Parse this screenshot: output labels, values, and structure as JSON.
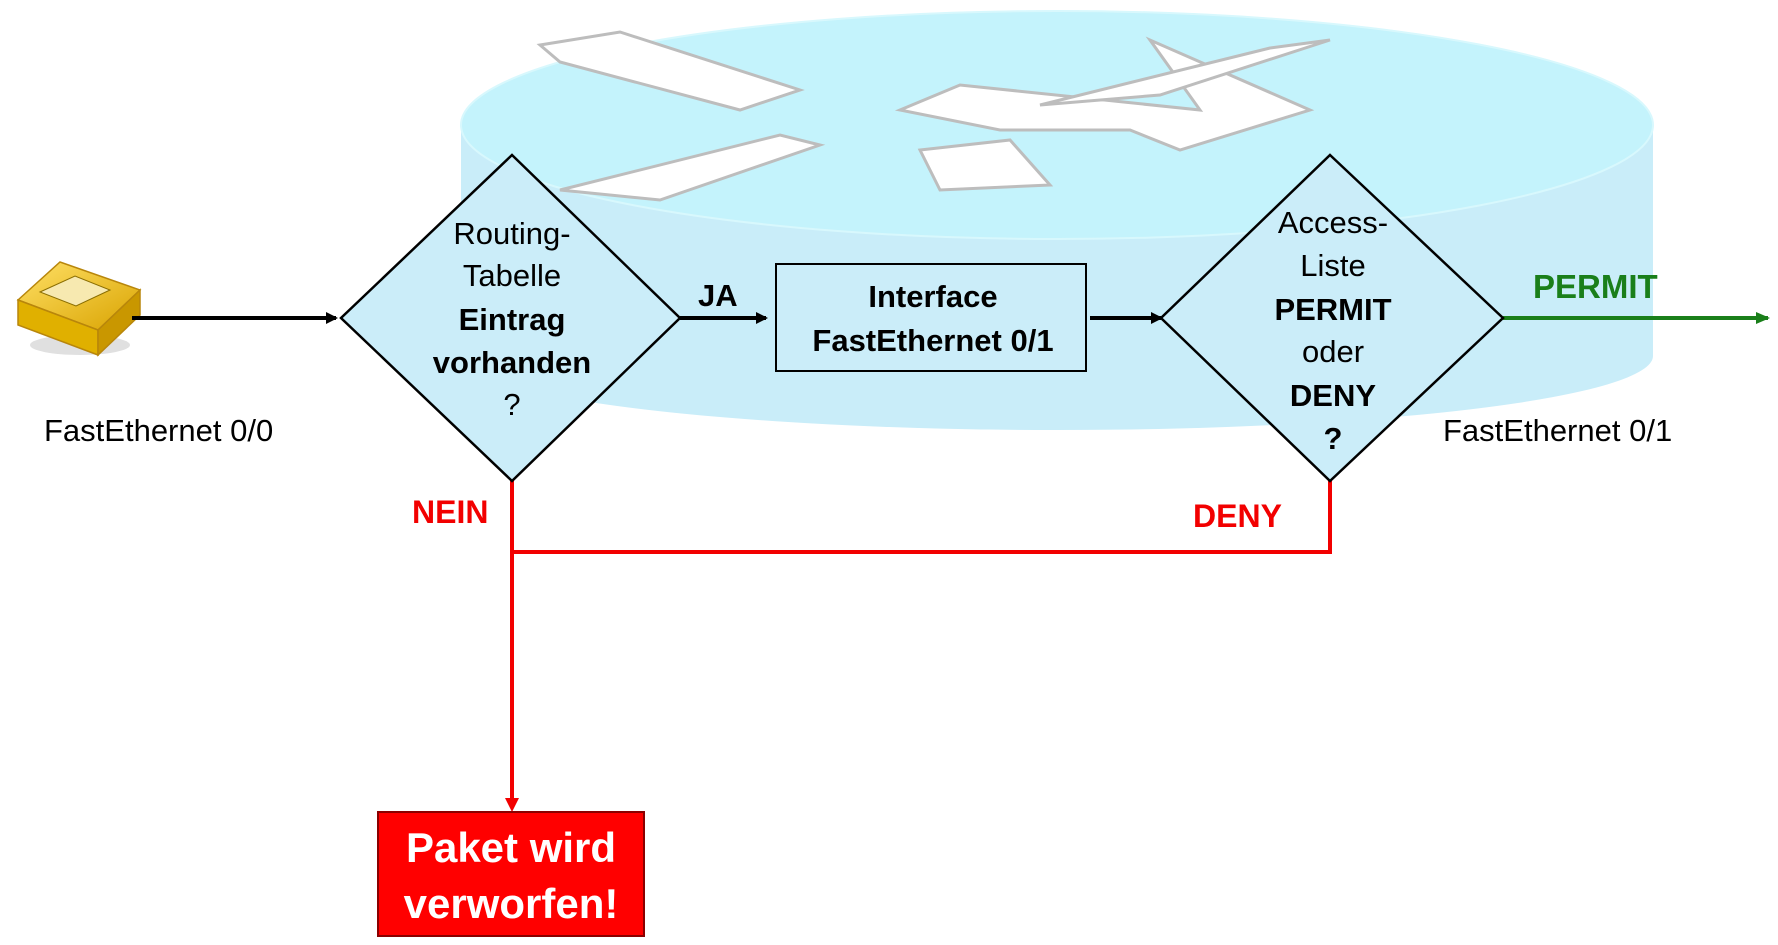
{
  "interfaces": {
    "inbound": "FastEthernet 0/0",
    "outbound": "FastEthernet 0/1"
  },
  "routing_decision": {
    "line1": "Routing-",
    "line2": "Tabelle",
    "line3": "Eintrag",
    "line4": "vorhanden",
    "line5": "?"
  },
  "labels": {
    "yes": "JA",
    "no": "NEIN",
    "deny": "DENY",
    "permit": "PERMIT"
  },
  "interface_box": {
    "line1": "Interface",
    "line2": "FastEthernet 0/1"
  },
  "acl_decision": {
    "line1": "Access-",
    "line2": "Liste",
    "line3": "PERMIT",
    "line4": "oder",
    "line5": "DENY",
    "line6": "?"
  },
  "drop_box": {
    "line1": "Paket wird",
    "line2": "verworfen!"
  },
  "colors": {
    "router_body": "#c8ecf8",
    "router_top": "#c2f2fb",
    "deny_path": "#f20000",
    "permit_path": "#1a7f1a",
    "drop_box": "#ff0000"
  }
}
